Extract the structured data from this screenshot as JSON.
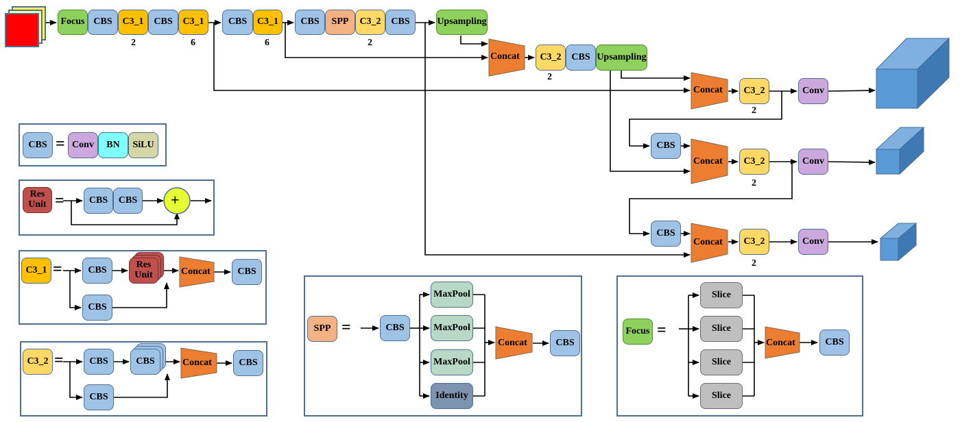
{
  "main": {
    "focus": "Focus",
    "cbs": "CBS",
    "c3_1": "C3_1",
    "c3_2": "C3_2",
    "spp": "SPP",
    "upsampling": "Upsampling",
    "concat": "Concat",
    "conv": "Conv",
    "repeats": {
      "c31_a": "2",
      "c31_b": "6",
      "c31_c": "6",
      "c32_a": "2",
      "c32_b": "2",
      "c32_head1": "2",
      "c32_head2": "2",
      "c32_head3": "2"
    }
  },
  "legend": {
    "equals": "=",
    "cbs_parts": [
      "Conv",
      "BN",
      "SiLU"
    ],
    "res_unit": "Res Unit",
    "plus": "+",
    "c3_1_res": "Res Unit",
    "c3_2_inner": "CBS",
    "maxpool": "MaxPool",
    "identity": "Identity",
    "slice": "Slice"
  }
}
